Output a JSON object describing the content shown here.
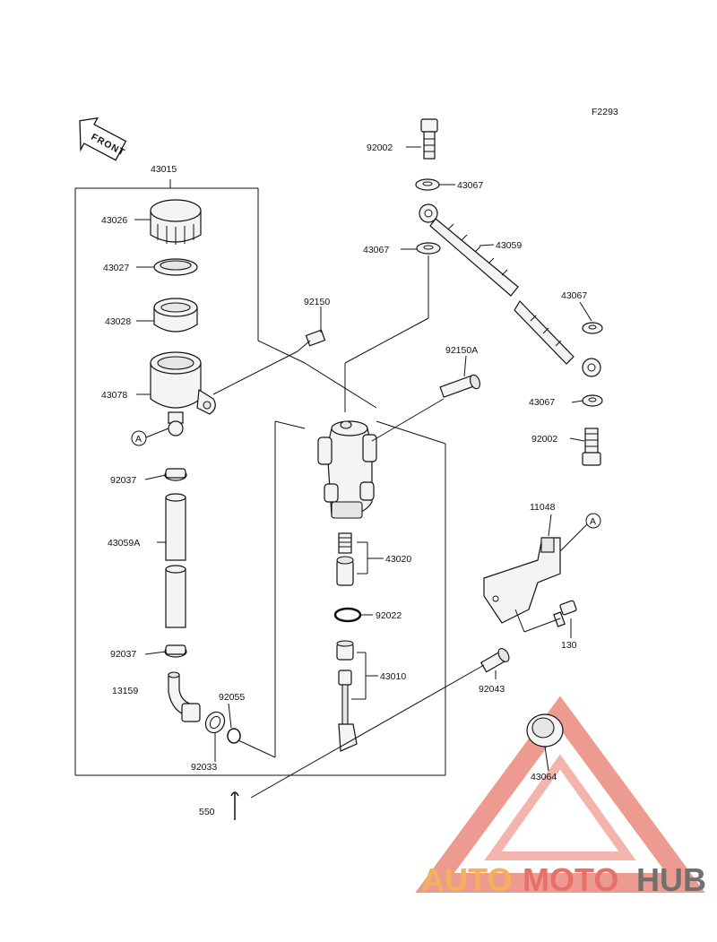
{
  "diagram": {
    "code": "F2293",
    "front_label": "FRONT",
    "callouts": {
      "p43015": "43015",
      "p43026": "43026",
      "p43027": "43027",
      "p43028": "43028",
      "p43078": "43078",
      "p92037a": "92037",
      "p43059A": "43059A",
      "p92037b": "92037",
      "p13159": "13159",
      "p92055": "92055",
      "p92033": "92033",
      "p550": "550",
      "p92150": "92150",
      "p92150A": "92150A",
      "p43020": "43020",
      "p92022": "92022",
      "p43010": "43010",
      "p92043": "92043",
      "p92002a": "92002",
      "p43067a": "43067",
      "p43067b": "43067",
      "p43059": "43059",
      "p43067c": "43067",
      "p43067d": "43067",
      "p92002b": "92002",
      "p11048": "11048",
      "p130": "130",
      "p43064": "43064",
      "markA1": "A",
      "markA2": "A"
    }
  },
  "watermark": {
    "part1": "AUTO",
    "part2": "MOTO",
    "part3": "HUB",
    "colors": {
      "orange": "#f2b15a",
      "red": "#e8706a",
      "gray": "#707070"
    }
  }
}
